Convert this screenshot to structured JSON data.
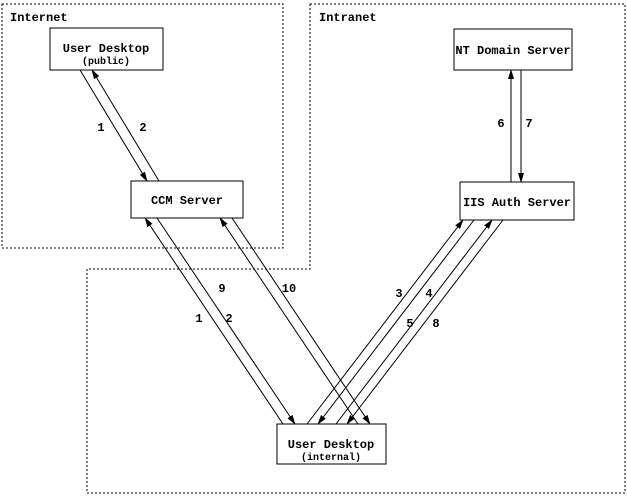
{
  "diagram": {
    "ink_color": "#000000",
    "background_color": "#ffffff",
    "zones": {
      "internet": {
        "label": "Internet"
      },
      "intranet": {
        "label": "Intranet"
      }
    },
    "nodes": {
      "user_desktop_public": {
        "title": "User Desktop",
        "subtitle": "(public)"
      },
      "ccm_server": {
        "title": "CCM Server"
      },
      "nt_domain_server": {
        "title": "NT Domain Server"
      },
      "iis_auth_server": {
        "title": "IIS Auth Server"
      },
      "user_desktop_internal": {
        "title": "User Desktop",
        "subtitle": "(internal)"
      }
    },
    "edges": [
      {
        "label": "1",
        "from": "user_desktop_public",
        "to": "ccm_server"
      },
      {
        "label": "2",
        "from": "ccm_server",
        "to": "user_desktop_public"
      },
      {
        "label": "1",
        "from": "user_desktop_internal",
        "to": "ccm_server"
      },
      {
        "label": "2",
        "from": "ccm_server",
        "to": "user_desktop_internal"
      },
      {
        "label": "9",
        "from": "user_desktop_internal",
        "to": "ccm_server"
      },
      {
        "label": "10",
        "from": "ccm_server",
        "to": "user_desktop_internal"
      },
      {
        "label": "3",
        "from": "user_desktop_internal",
        "to": "iis_auth_server"
      },
      {
        "label": "4",
        "from": "iis_auth_server",
        "to": "user_desktop_internal"
      },
      {
        "label": "5",
        "from": "user_desktop_internal",
        "to": "iis_auth_server"
      },
      {
        "label": "8",
        "from": "iis_auth_server",
        "to": "user_desktop_internal"
      },
      {
        "label": "6",
        "from": "iis_auth_server",
        "to": "nt_domain_server"
      },
      {
        "label": "7",
        "from": "nt_domain_server",
        "to": "iis_auth_server"
      }
    ]
  }
}
